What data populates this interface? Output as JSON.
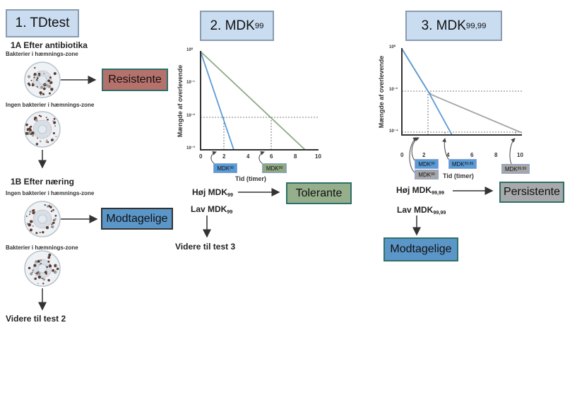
{
  "section1": {
    "title": "1. TDtest",
    "step_a": "1A Efter antibiotika",
    "dish1_label": "Bakterier i hæmnings-zone",
    "dish2_label": "Ingen bakterier i hæmnings-zone",
    "result_a": "Resistente",
    "step_b": "1B Efter næring",
    "dish3_label": "Ingen bakterier i hæmnings-zone",
    "dish4_label": "Bakterier i hæmnings-zone",
    "result_b": "Modtagelige",
    "next": "Videre til test 2"
  },
  "section2": {
    "title_main": "2. MDK",
    "title_sub": "99",
    "ylabel": "Mængde af overlevende",
    "xlabel": "Tid (timer)",
    "y_ticks": [
      "10⁰",
      "10⁻¹",
      "10⁻²",
      "10⁻³"
    ],
    "x_ticks": [
      "0",
      "2",
      "4",
      "6",
      "8",
      "10"
    ],
    "mdk_label_main": "MDK",
    "mdk_label_sub": "99",
    "high_main": "Høj MDK",
    "high_sub": "99",
    "low_main": "Lav MDK",
    "low_sub": "99",
    "result": "Tolerante",
    "next": "Videre til test 3"
  },
  "section3": {
    "title_main": "3. MDK",
    "title_sub": "99,99",
    "ylabel": "Mængde af overlevende",
    "xlabel": "Tid (timer)",
    "y_ticks": [
      "10⁰",
      "10⁻²",
      "10⁻⁴"
    ],
    "x_ticks": [
      "0",
      "2",
      "4",
      "6",
      "8",
      "10"
    ],
    "mdk99_main": "MDK",
    "mdk99_sub": "99",
    "mdk9999_main": "MDK",
    "mdk9999_sub": "99,99",
    "high_main": "Høj MDK",
    "high_sub": "99,99",
    "low_main": "Lav MDK",
    "low_sub": "99,99",
    "result_high": "Persistente",
    "result_low": "Modtagelige"
  },
  "colors": {
    "resistant": "#b5716b",
    "susceptible": "#5b96c8",
    "tolerant": "#95ae8b",
    "persistent": "#a8a9ab",
    "blue_line": "#5b9bd5",
    "green_line": "#8faa84",
    "gray_line": "#a6a6a6"
  }
}
